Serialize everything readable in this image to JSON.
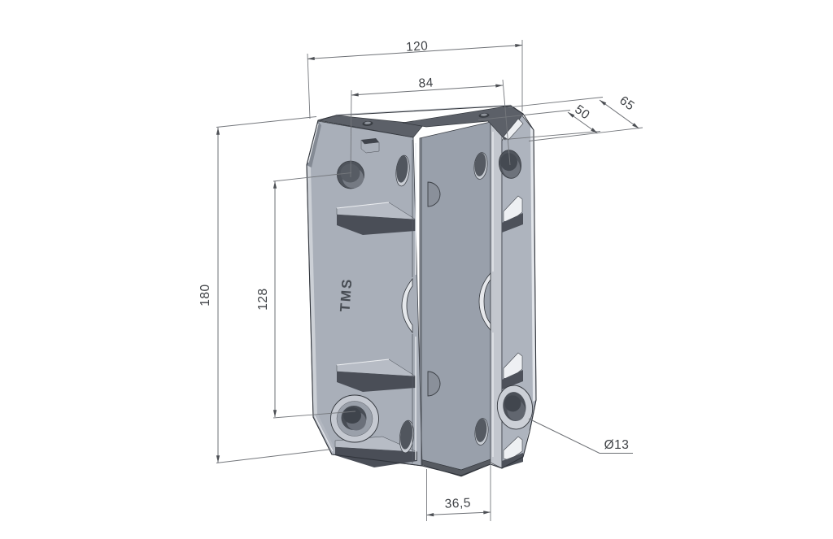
{
  "drawing": {
    "type": "isometric CAD technical drawing",
    "part": {
      "brand": "TMS"
    },
    "dimensions": {
      "overall_width": "120",
      "hole_spacing_width": "84",
      "depth_overall": "65",
      "depth_inner": "50",
      "overall_height": "180",
      "hole_spacing_height": "128",
      "channel_width": "36,5",
      "hole_diameter": "Ø13"
    },
    "colors": {
      "background": "#ffffff",
      "face_light": "#a9afb9",
      "face_web": "#99a0ab",
      "top_face_dark": "#5c6068",
      "rib_dark": "#4a4e57",
      "highlight": "#e9ebef",
      "outline": "#2f333a",
      "dim_line": "#6e7176",
      "dim_text": "#3f4246"
    }
  }
}
